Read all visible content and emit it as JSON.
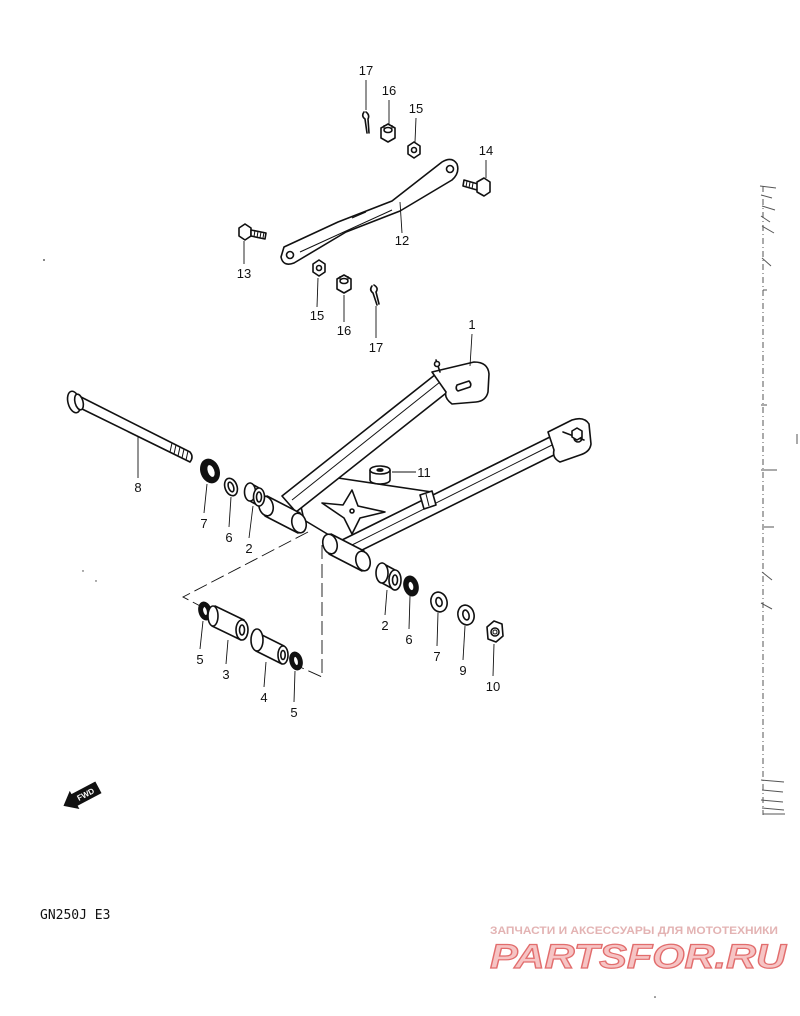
{
  "document": {
    "model_code": "GN250J E3"
  },
  "direction_indicator": {
    "label": "FWD"
  },
  "callouts": [
    "17",
    "16",
    "15",
    "14",
    "12",
    "13",
    "15",
    "16",
    "17",
    "1",
    "8",
    "11",
    "7",
    "6",
    "2",
    "2",
    "6",
    "7",
    "9",
    "10",
    "5",
    "3",
    "4",
    "5"
  ],
  "watermark": {
    "tagline": "ЗАПЧАСТИ И АКСЕССУАРЫ ДЛЯ МОТОТЕХНИКИ",
    "logo": "PARTSFOR.RU"
  },
  "colors": {
    "line": "#111111",
    "background": "#ffffff",
    "watermark_tagline": "#e3b3b3",
    "logo_fill": "#f6c4c4",
    "logo_stroke": "#e26d6d"
  }
}
